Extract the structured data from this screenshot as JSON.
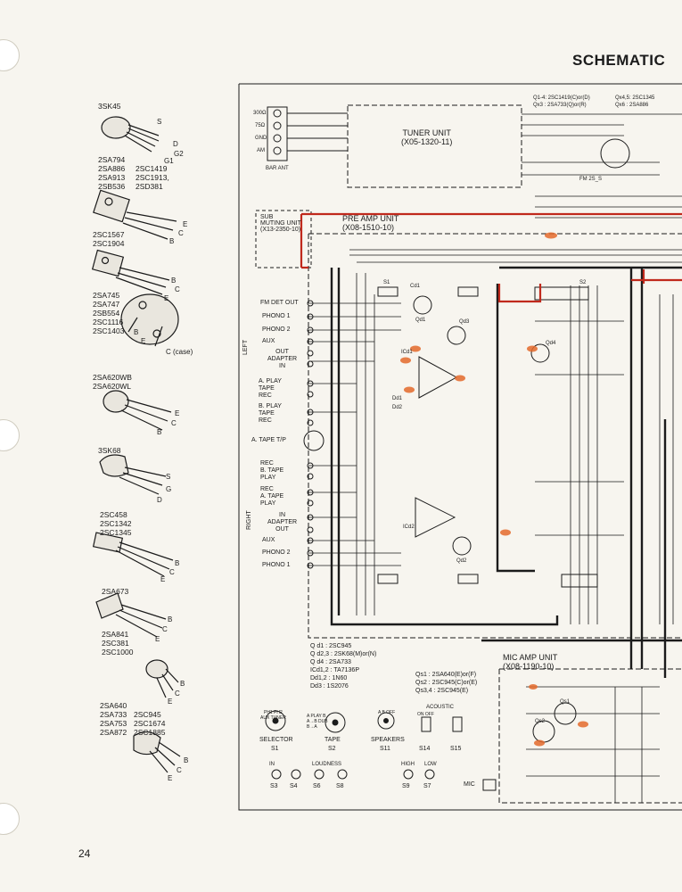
{
  "header": {
    "title": "SCHEMATIC"
  },
  "page_number": "24",
  "transistors": [
    {
      "parts": "3SK45",
      "pins": [
        "S",
        "D",
        "G1",
        "G2"
      ]
    },
    {
      "parts": "2SA794\n2SA886\n2SA913\n2SB536",
      "parts2": "2SC1419\n2SC1913,\n2SD381",
      "pins": [
        "E",
        "C",
        "B"
      ]
    },
    {
      "parts": "2SC1567\n2SC1904",
      "pins": [
        "B",
        "C",
        "E"
      ]
    },
    {
      "parts": "2SA745\n2SA747\n2SB554\n2SC1116\n2SC1403",
      "pins": [
        "B",
        "E",
        "C (case)"
      ]
    },
    {
      "parts": "2SA620WB\n2SA620WL",
      "pins": [
        "E",
        "C",
        "B"
      ]
    },
    {
      "parts": "3SK68",
      "pins": [
        "S",
        "G",
        "D"
      ]
    },
    {
      "parts": "2SC458\n2SC1342\n2SC1345",
      "pins": [
        "B",
        "C",
        "E"
      ]
    },
    {
      "parts": "2SA673",
      "pins": [
        "B",
        "C",
        "E"
      ]
    },
    {
      "parts": "2SA841\n2SC381\n2SC1000",
      "pins": [
        "B",
        "C",
        "E"
      ]
    },
    {
      "parts": "2SA640\n2SA733\n2SA753\n2SA872",
      "parts2": "2SC945\n2SC1674\n2SC1885",
      "pins": [
        "B",
        "C",
        "E"
      ]
    }
  ],
  "units": {
    "tuner": "TUNER UNIT\n(X05-1320-11)",
    "preamp": "PRE AMP UNIT\n(X08-1510-10)",
    "sub": "SUB\nMUTING UNIT\n(X13-2350-10)",
    "mic": "MIC AMP UNIT\n(X08-1190-10)"
  },
  "antenna": [
    "300Ω",
    "75Ω",
    "GND",
    "AM"
  ],
  "bar_ant": "BAR ANT",
  "jacks_left": [
    "FM DET OUT",
    "PHONO 1",
    "PHONO 2",
    "AUX",
    "OUT\nADAPTER\nIN",
    "A. PLAY\nTAPE\nREC",
    "B. PLAY\nTAPE\nREC"
  ],
  "side_left": "LEFT",
  "side_right": "RIGHT",
  "tape_tp": "A. TAPE T/P",
  "jacks_right": [
    "REC\nB. TAPE\nPLAY",
    "REC\nA. TAPE\nPLAY",
    "IN\nADAPTER\nOUT",
    "AUX",
    "PHONO 2",
    "PHONO 1"
  ],
  "parts_list_preamp": [
    "Q d1  : 2SC945",
    "Q d2,3 : 2SK68(M)or(N)",
    "Q d4  : 2SA733",
    "ICd1,2 : TA7136P",
    "Dd1,2 : 1N60",
    "Dd3  : 1S2076"
  ],
  "parts_list_mic": [
    "Qs1   : 2SA640(E)or(F)",
    "Qs2   : 2SC945(C)or(E)",
    "Qs3,4 : 2SC945(E)"
  ],
  "parts_list_tuner": [
    "Q1-4: 2SC1419(C)or(D)",
    "Qx3 : 2SA733(Q)or(R)",
    "Qx4,5: 2SC1345",
    "Qx6 : 2SA886"
  ],
  "controls": [
    {
      "title": "SELECTOR",
      "ref": "S1",
      "labels": "PH1 PH2\nAUX TUNER"
    },
    {
      "title": "TAPE",
      "ref": "S2",
      "labels": "A PLAY B\nA→B DUB\nB→A"
    },
    {
      "title": "SPEAKERS",
      "ref": "S11",
      "labels": "A B OFF"
    },
    {
      "title": "ACOUSTIC",
      "ref": "S14",
      "labels": "ON OFF"
    },
    {
      "title": "",
      "ref": "S15",
      "labels": ""
    }
  ],
  "push_switches": [
    {
      "caption": "IN",
      "ref": "S3"
    },
    {
      "caption": "LOUDNESS",
      "ref": "S4"
    },
    {
      "caption": "",
      "ref": "S6"
    },
    {
      "caption": "",
      "ref": "S8"
    },
    {
      "caption": "HIGH",
      "ref": "S9"
    },
    {
      "caption": "LOW",
      "ref": "S7"
    }
  ],
  "mic_label": "MIC",
  "labels": {
    "fm_s": "FM 2S_S",
    "icd1": "ICd1",
    "icd2": "ICd2",
    "qd1": "Qd1",
    "qd2": "Qd2",
    "qd3": "Qd3",
    "qd4": "Qd4",
    "cd1": "Cd1",
    "dd1": "Dd1",
    "dd2": "Dd2",
    "qs1": "Qs1",
    "qs2": "Qs2",
    "s1": "S1",
    "s2": "S2"
  },
  "colors": {
    "red_trace": "#c0291c",
    "orange_marker": "#e46a2c",
    "ink": "#1b1b1b"
  }
}
